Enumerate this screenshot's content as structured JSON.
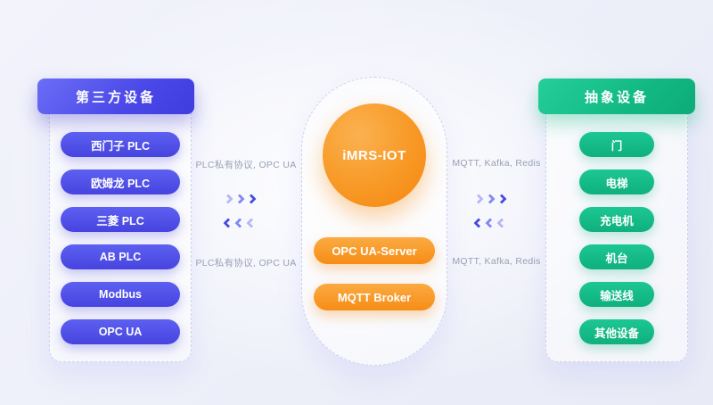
{
  "left_panel": {
    "title": "第三方设备",
    "items": [
      "西门子 PLC",
      "欧姆龙 PLC",
      "三菱 PLC",
      "AB PLC",
      "Modbus",
      "OPC UA"
    ]
  },
  "center_panel": {
    "title": "iMRS-IOT",
    "services": [
      "OPC UA-Server",
      "MQTT Broker"
    ]
  },
  "right_panel": {
    "title": "抽象设备",
    "items": [
      "门",
      "电梯",
      "充电机",
      "机台",
      "输送线",
      "其他设备"
    ]
  },
  "connections": {
    "left": {
      "top_label": "PLC私有协议, OPC UA",
      "bottom_label": "PLC私有协议, OPC UA"
    },
    "right": {
      "top_label": "MQTT, Kafka, Redis",
      "bottom_label": "MQTT, Kafka, Redis"
    }
  },
  "icons": {
    "arrow_right": "chevron-right",
    "arrow_left": "chevron-left"
  },
  "colors": {
    "purple": "#4B48E8",
    "orange": "#F68D16",
    "green": "#12B983",
    "label_gray": "#9AA0B5",
    "dashed_border": "#CCD2EA"
  }
}
